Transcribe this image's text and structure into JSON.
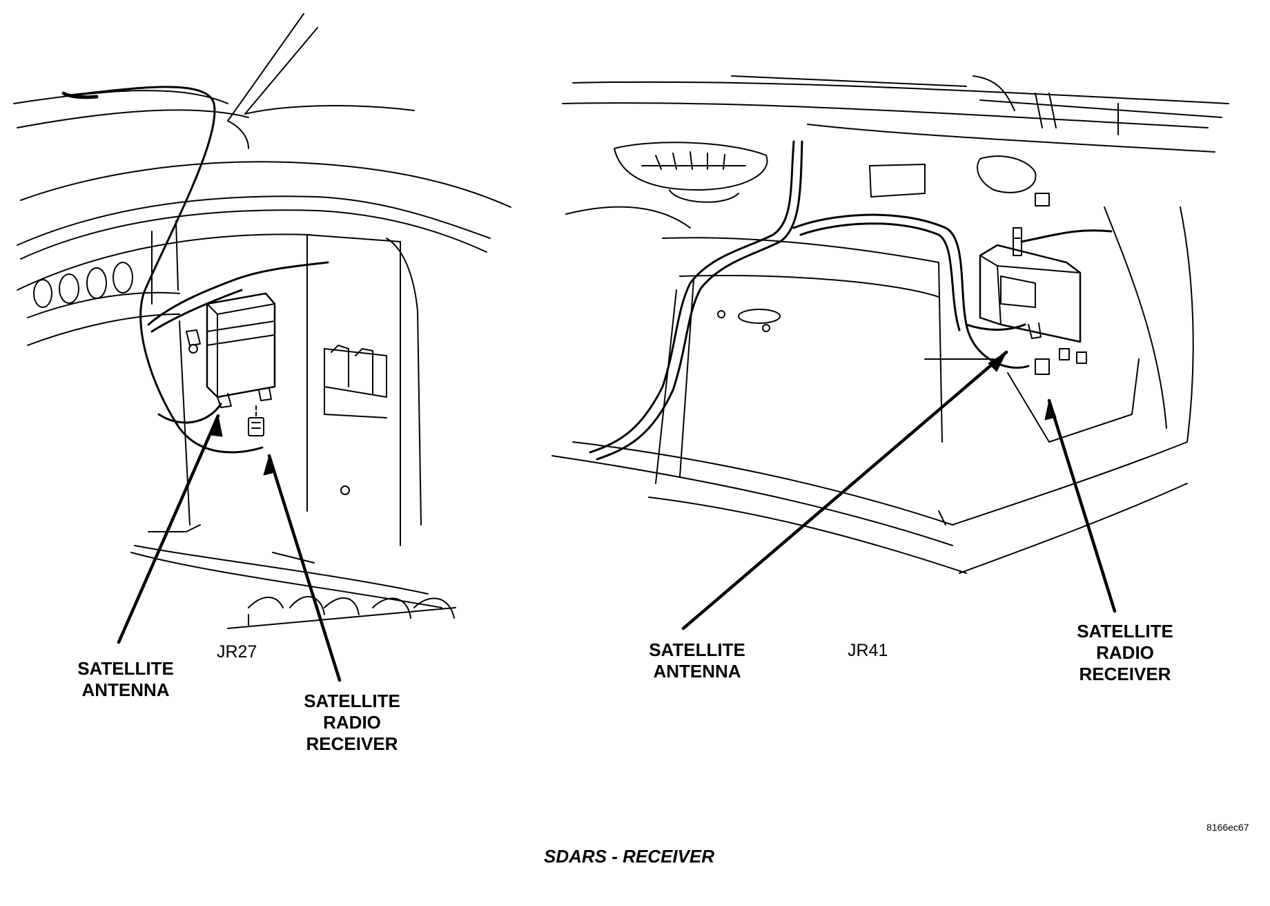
{
  "left_view": {
    "code": "JR27",
    "antenna_label": [
      "SATELLITE",
      "ANTENNA"
    ],
    "receiver_label": [
      "SATELLITE",
      "RADIO",
      "RECEIVER"
    ]
  },
  "right_view": {
    "code": "JR41",
    "antenna_label": [
      "SATELLITE",
      "ANTENNA"
    ],
    "receiver_label": [
      "SATELLITE",
      "RADIO",
      "RECEIVER"
    ]
  },
  "figure_id": "8166ec67",
  "caption": "SDARS - RECEIVER",
  "colors": {
    "ink": "#000000",
    "paper": "#ffffff"
  }
}
